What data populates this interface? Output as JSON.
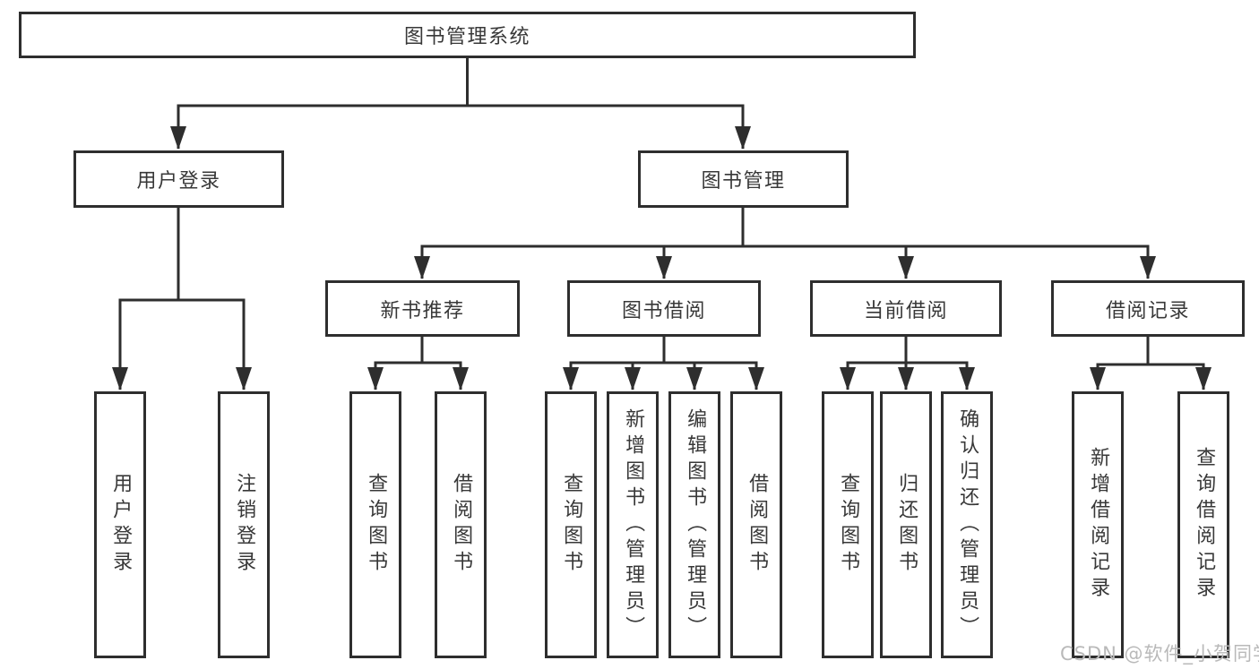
{
  "colors": {
    "line": "#2e2e2e",
    "box_border": "#2e2e2e",
    "text": "#383838",
    "watermark": "#b9b9b9",
    "background": "#ffffff"
  },
  "watermark": "CSDN @软件_小贺同学",
  "tree": {
    "root": "图书管理系统",
    "branches": [
      {
        "label": "用户登录",
        "leaves": [
          "用户登录",
          "注销登录"
        ]
      },
      {
        "label": "图书管理",
        "groups": [
          {
            "label": "新书推荐",
            "leaves": [
              "查询图书",
              "借阅图书"
            ]
          },
          {
            "label": "图书借阅",
            "leaves": [
              "查询图书",
              "新增图书（管理员）",
              "编辑图书（管理员）",
              "借阅图书"
            ]
          },
          {
            "label": "当前借阅",
            "leaves": [
              "查询图书",
              "归还图书",
              "确认归还（管理员）"
            ]
          },
          {
            "label": "借阅记录",
            "leaves": [
              "新增借阅记录",
              "查询借阅记录"
            ]
          }
        ]
      }
    ]
  }
}
